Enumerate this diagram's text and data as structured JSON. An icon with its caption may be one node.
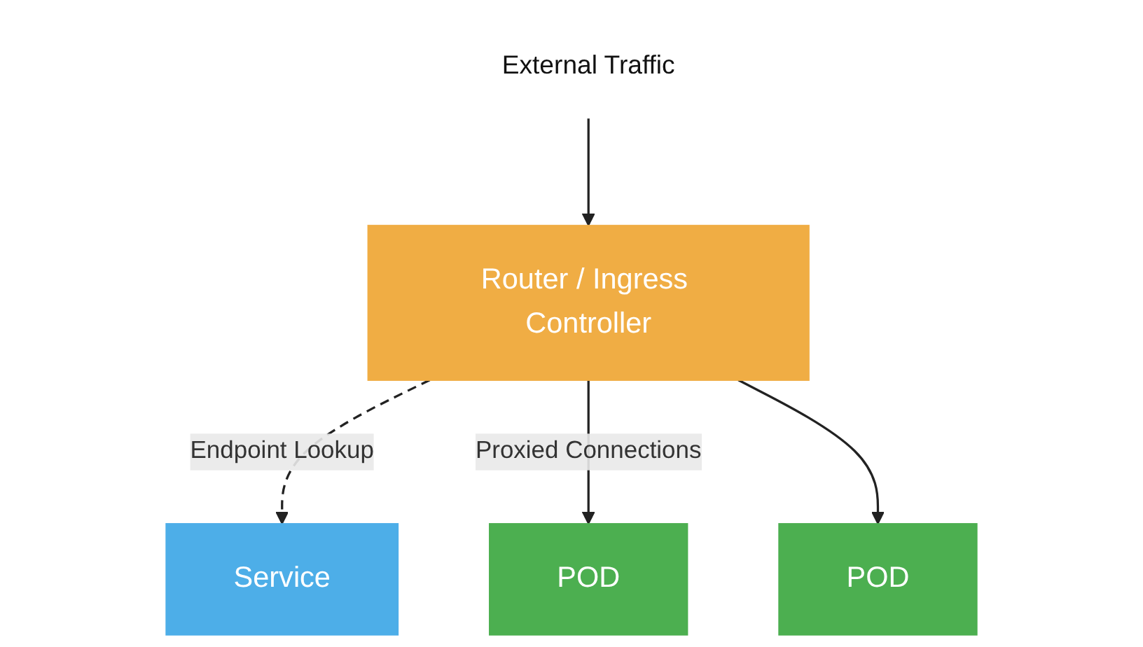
{
  "diagram": {
    "nodes": [
      {
        "text": [
          "External Traffic"
        ]
      },
      {
        "text": [
          "Router / Ingress Controller"
        ]
      },
      {
        "text": [
          "Service"
        ]
      },
      {
        "text": [
          "POD"
        ]
      },
      {
        "text": [
          "POD"
        ]
      }
    ],
    "edges": [
      {
        "from": 0,
        "to": 1,
        "arrow": "to"
      },
      {
        "from": 1,
        "to": 2,
        "arrow": "to",
        "label": "Endpoint Lookup",
        "style": "dashed"
      },
      {
        "from": 1,
        "to": 3,
        "arrow": "to",
        "label": "Proxied Connections"
      },
      {
        "from": 1,
        "to": 4,
        "arrow": "to"
      }
    ]
  }
}
